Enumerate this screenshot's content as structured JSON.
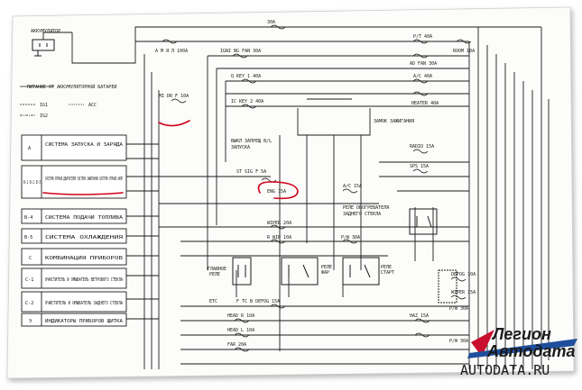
{
  "top": {
    "battery": "АККУМУЛЯТОР",
    "fuse_main": "А М Я Л 100А",
    "fuse_30a": "30А",
    "fuse_rf": "Р/Т 40А",
    "fuse_room": "ROOM 10А",
    "ign_fan": "IGNI NG FAN 30A",
    "ad_fan": "AD FAN 30A",
    "key1": "Q KEY 1 40A",
    "ac": "A/C 40A",
    "key2": "IC KEY 2 40A",
    "heater": "HEATER 40A"
  },
  "legend": {
    "title": "ПИТАНИЕ ОТ АККУМУЛЯТОРНОЙ БАТАРЕИ",
    "ig1": "IG1",
    "acc": "ACC",
    "ig2": "IG2"
  },
  "fuses": {
    "mid_fuse": "MI DR F 10A",
    "ign_switch": "ЗАМОК ЗАЖИГАНИЯ",
    "radio": "RADIO 15A",
    "sps": "SPS 15A",
    "start_relay_a": "ВЫКЛ ЗАПРЕЩ B/L",
    "start_relay_b": "ЗАПУСКА",
    "st_sig": "ST SIG F 5A",
    "eng": "ENG 15A",
    "afc": "A/C 15A",
    "rear_heat_a": "РЕЛЕ ОБОГРЕВАТЕЛЯ",
    "rear_heat_b": "ЗАДНЕГО СТЕКЛА",
    "wiper": "WIPER 20A",
    "r_wip": "R WIP 10A",
    "pw": "P/W 30A",
    "main_relay_a": "ГЛАВНОЕ",
    "main_relay_b": "РЕЛЕ",
    "relay_a": "РЕЛЕ",
    "relay_b": "ФАР",
    "relay2_a": "РЕЛЕ",
    "relay2_b": "СТАРТ",
    "defog": "DEFOG 10A",
    "wiper_r": "WIPER 15A",
    "etc": "ETC",
    "ftc": "F TC B DEFOG 15A",
    "head_r": "HEAD R 10A",
    "head_l": "HEAD L 10A",
    "far": "FAR 20A",
    "hzd": "HAZ 15A",
    "pw_right": "P/W 30A",
    "pw_right2": "P/W 30A"
  },
  "blocks": [
    {
      "code": "A",
      "label": "СИСТЕМА ЗАПУСКА И ЗАРЯДА"
    },
    {
      "code": "B-1 B-2 B-3",
      "label": "СИСТЕМА УПРАВЛ.ДВИГАТЕЛЕМ СИСТЕМА ЗАЖИГАНИЯ СИСТЕМА УПРАВЛ.АКПП"
    },
    {
      "code": "B-4",
      "label": "СИСТЕМА ПОДАЧИ ТОПЛИВА"
    },
    {
      "code": "B-5",
      "label": "СИСТЕМА ОХЛАЖДЕНИЯ"
    },
    {
      "code": "C",
      "label": "КОМБИНАЦИЯ ПРИБОРОВ"
    },
    {
      "code": "C-1",
      "label": "ОЧИСТИТЕЛЬ И ОМЫВАТЕЛЬ ВЕТРОВОГО СТЕКЛА"
    },
    {
      "code": "C-2",
      "label": "ОЧИСТИТЕЛЬ И ОМЫВАТЕЛЬ ЗАДНЕГО СТЕКЛА"
    },
    {
      "code": "Э",
      "label": "ИНДИКАТОРЫ ПРИБОРОВ ЩИТКА"
    }
  ],
  "logo": {
    "line1": "Легион",
    "line2": "Автодата",
    "url": "AUTODATA.RU"
  },
  "colors": {
    "ink": "#1a1a1a",
    "highlight": "#d0021b",
    "logo_blue": "#1f4e9c",
    "logo_red": "#c8102e"
  }
}
